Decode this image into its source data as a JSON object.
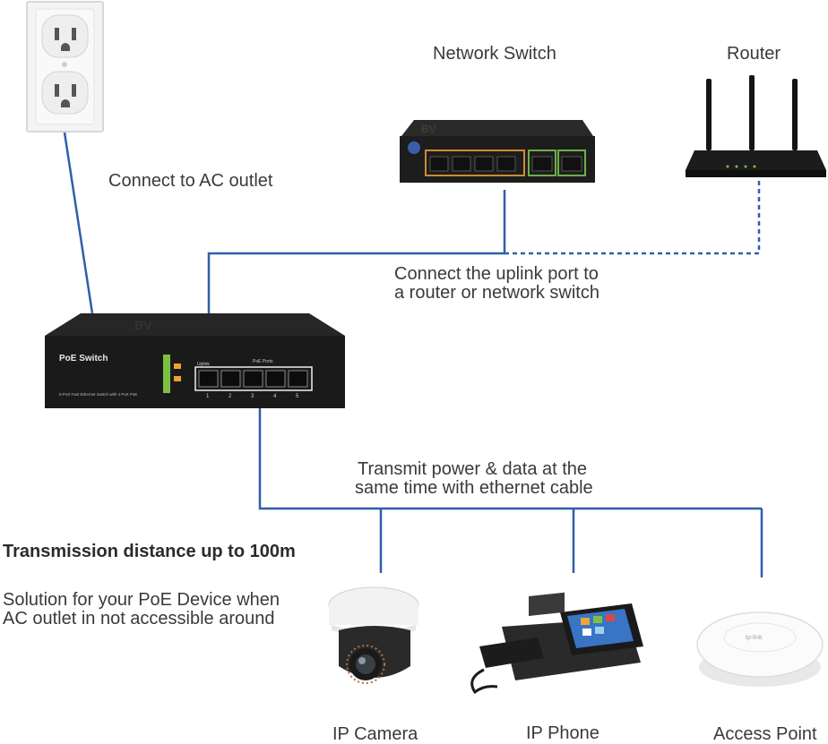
{
  "labels": {
    "network_switch": "Network Switch",
    "router": "Router",
    "connect_ac": "Connect to AC outlet",
    "uplink_line1": "Connect the uplink port to",
    "uplink_line2": "a router or network switch",
    "transmit_line1": "Transmit power & data at the",
    "transmit_line2": "same time with ethernet cable",
    "distance": "Transmission distance up to 100m",
    "solution_line1": "Solution for your PoE Device when",
    "solution_line2": "AC outlet in not accessible around",
    "ip_camera": "IP Camera",
    "ip_phone": "IP Phone",
    "access_point": "Access Point"
  },
  "poe_switch": {
    "title": "PoE Switch",
    "caption": "5-Port Fast Ethernet Switch with 4 Port PoE",
    "uplink": "Uplink",
    "poe_ports": "PoE Ports",
    "port_numbers": [
      "1",
      "2",
      "3",
      "4",
      "5"
    ]
  },
  "network_switch_device": {
    "brand": "BV"
  },
  "access_point_device": {
    "brand": "tp-link"
  },
  "colors": {
    "cable": "#2f5faa",
    "label_text": "#3a3a3a",
    "device_dark": "#1f1f1f",
    "led_green": "#7bc043",
    "led_amber": "#f0a030"
  }
}
